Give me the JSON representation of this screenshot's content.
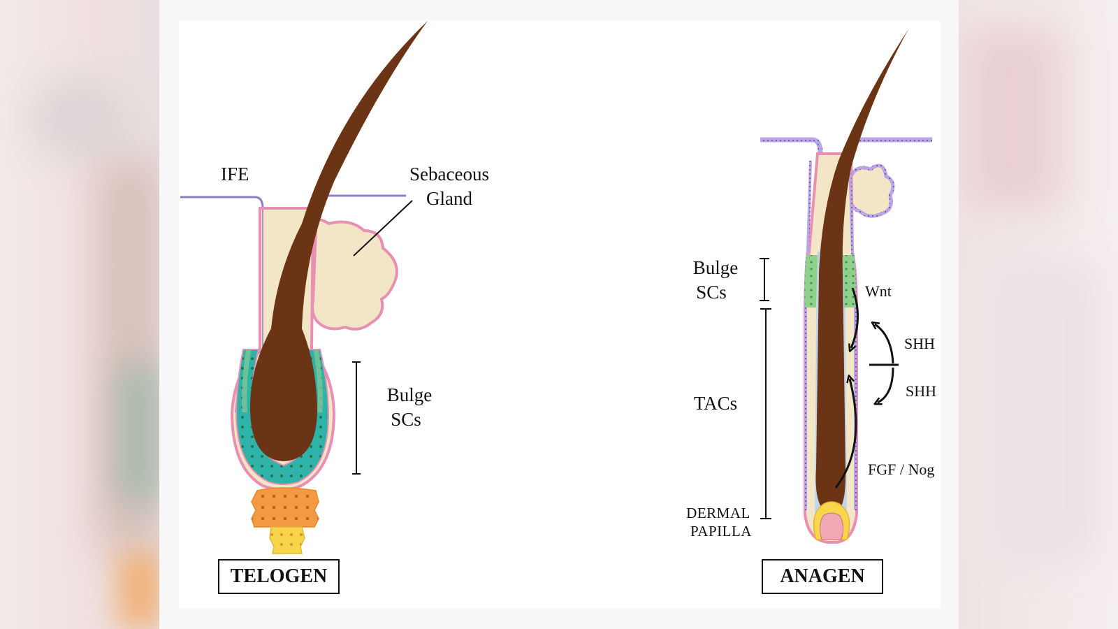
{
  "telogen": {
    "ife_label": "IFE",
    "sebaceous_label_line1": "Sebaceous",
    "sebaceous_label_line2": "Gland",
    "bulge_label_line1": "Bulge",
    "bulge_label_line2": "SCs",
    "stage_label": "TELOGEN"
  },
  "anagen": {
    "bulge_label_line1": "Bulge",
    "bulge_label_line2": "SCs",
    "tacs_label": "TACs",
    "dermal_papilla_line1": "DERMAL",
    "dermal_papilla_line2": "PAPILLA",
    "wnt_label": "Wnt",
    "shh_label_upper": "SHH",
    "shh_label_lower": "SHH",
    "fgf_nog_label": "FGF / Nog",
    "stage_label": "ANAGEN"
  },
  "colors": {
    "hair_shaft": "#6b3414",
    "sheath_tan": "#f3e6c6",
    "outline_pink": "#e98fb4",
    "outline_purple": "#8c7fc8",
    "bulge_green": "#7fc493",
    "bulge_teal": "#3bbcb4",
    "papilla_orange": "#f5a349",
    "papilla_yellow": "#f8d64a",
    "inner_blue": "#bcd3ee",
    "papilla_pink": "#f2a8b4"
  }
}
